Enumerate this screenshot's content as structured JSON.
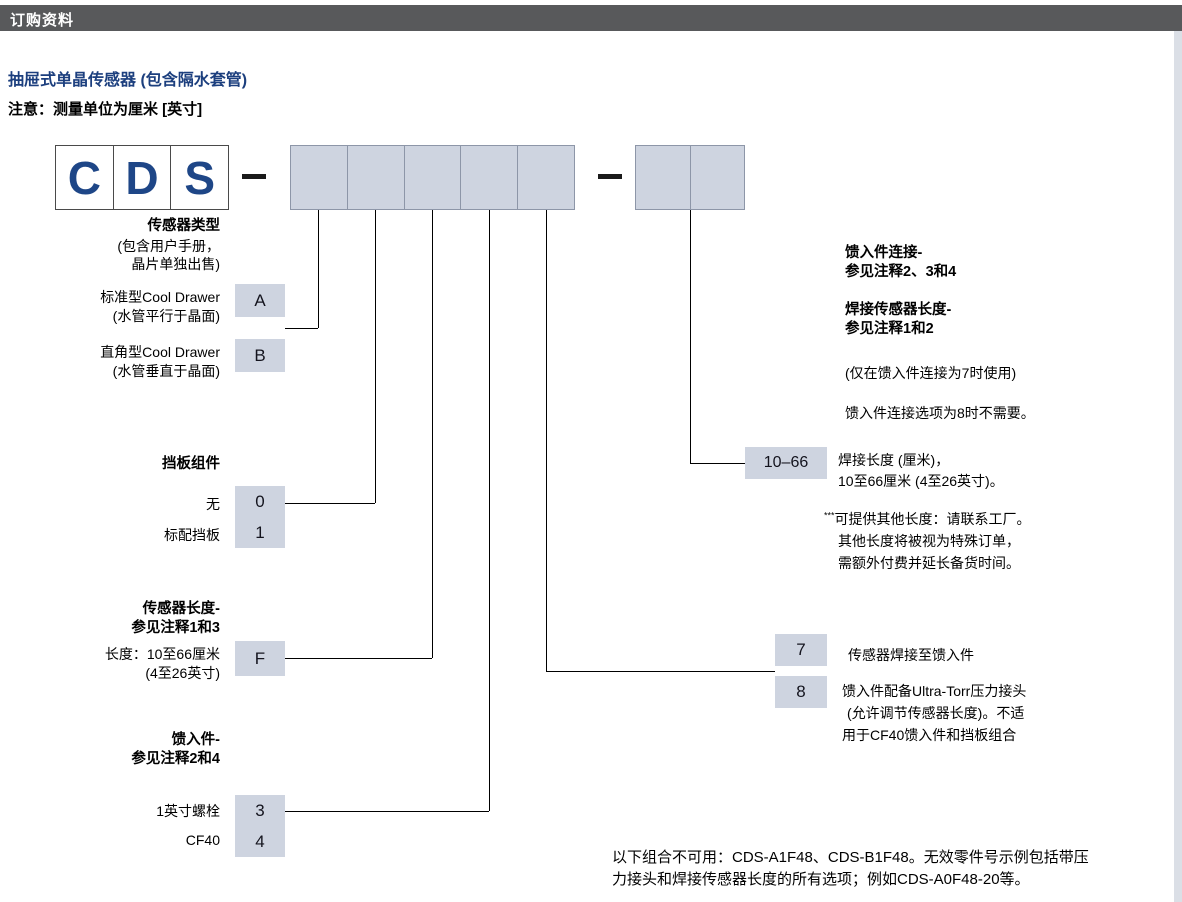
{
  "colors": {
    "header_bar": "#58595b",
    "title_blue": "#1c3f7e",
    "cds_blue": "#1e4687",
    "cell_fill": "#ced4e0"
  },
  "page": {
    "header": "订购资料",
    "title": "抽屉式单晶传感器 (包含隔水套管)",
    "note": "注意：测量单位为厘米 [英寸]"
  },
  "part_number": {
    "letters": [
      "C",
      "D",
      "S"
    ],
    "mid_cell_count": 5,
    "end_cell_count": 2
  },
  "left": {
    "sensor_type": {
      "heading": "传感器类型",
      "sub1": "(包含用户手册，",
      "sub2": "晶片单独出售)",
      "a_label1": "标准型Cool Drawer",
      "a_label2": "(水管平行于晶面)",
      "a_code": "A",
      "b_label1": "直角型Cool Drawer",
      "b_label2": "(水管垂直于晶面)",
      "b_code": "B"
    },
    "baffle": {
      "heading": "挡板组件",
      "none_label": "无",
      "none_code": "0",
      "std_label": "标配挡板",
      "std_code": "1"
    },
    "length": {
      "heading1": "传感器长度-",
      "heading2": "参见注释1和3",
      "label1": "长度：10至66厘米",
      "label2": "(4至26英寸)",
      "code": "F"
    },
    "feedthrough": {
      "heading1": "馈入件-",
      "heading2": "参见注释2和4",
      "bolt_label": "1英寸螺栓",
      "bolt_code": "3",
      "cf40_label": "CF40",
      "cf40_code": "4"
    }
  },
  "right": {
    "conn_heading1": "馈入件连接-",
    "conn_heading2": "参见注释2、3和4",
    "weld_heading1": "焊接传感器长度-",
    "weld_heading2": "参见注释1和2",
    "note1": "(仅在馈入件连接为7时使用)",
    "note2": "馈入件连接选项为8时不需要。",
    "weld_code": "10–66",
    "weld_desc1": "焊接长度 (厘米)，",
    "weld_desc2": "10至66厘米 (4至26英寸)。",
    "footnote_marker": "***",
    "footnote1": "可提供其他长度：请联系工厂。",
    "footnote2": "其他长度将被视为特殊订单，",
    "footnote3": "需额外付费并延长备货时间。",
    "opt7_code": "7",
    "opt7_desc": "传感器焊接至馈入件",
    "opt8_code": "8",
    "opt8_desc1": "馈入件配备Ultra-Torr压力接头",
    "opt8_desc2": "(允许调节传感器长度)。不适",
    "opt8_desc3": "用于CF40馈入件和挡板组合"
  },
  "bottom": {
    "line1": "以下组合不可用：CDS-A1F48、CDS-B1F48。无效零件号示例包括带压",
    "line2": "力接头和焊接传感器长度的所有选项；例如CDS-A0F48-20等。"
  }
}
